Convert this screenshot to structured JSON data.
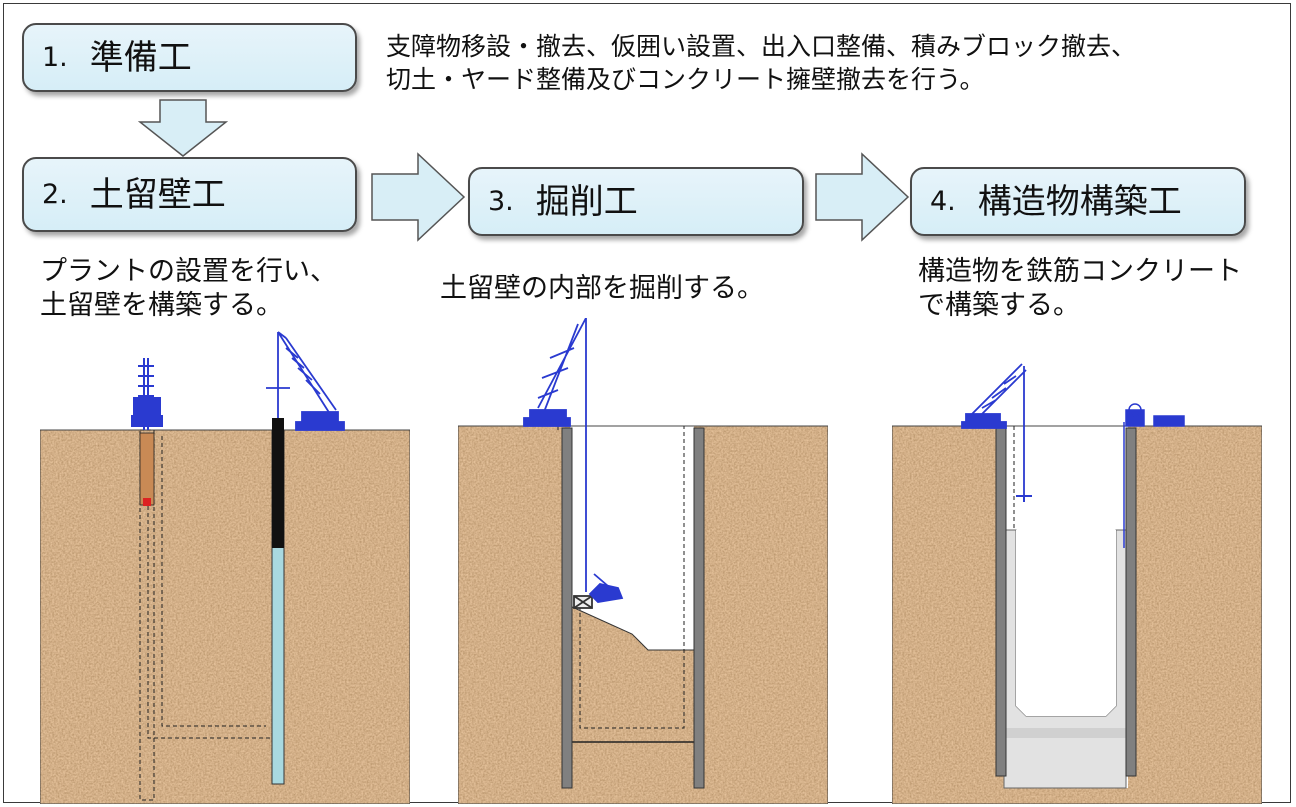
{
  "steps": [
    {
      "num": "1.",
      "title": "準備工"
    },
    {
      "num": "2.",
      "title": "土留壁工"
    },
    {
      "num": "3.",
      "title": "掘削工"
    },
    {
      "num": "4.",
      "title": "構造物構築工"
    }
  ],
  "descriptions": {
    "step1": [
      "支障物移設・撤去、仮囲い設置、出入口整備、積みブロック撤去、",
      "切土・ヤード整備及びコンクリート擁壁撤去を行う。"
    ],
    "step2": [
      "プラントの設置を行い、",
      "土留壁を構築する。"
    ],
    "step3": [
      "土留壁の内部を掘削する。"
    ],
    "step4": [
      "構造物を鉄筋コンクリート",
      "で構築する。"
    ]
  },
  "colors": {
    "box_fill": "#dcf0f8",
    "arrow_fill": "#d8eef6",
    "soil": "#b07a45",
    "wall": "#808080",
    "concrete": "#e2e2e2",
    "machine": "#2a3ad0",
    "water": "#a9d9e0"
  },
  "icons": [
    "down-arrow-icon",
    "right-arrow-icon",
    "crane-icon",
    "drill-rig-icon",
    "excavator-icon",
    "mixer-truck-icon"
  ]
}
